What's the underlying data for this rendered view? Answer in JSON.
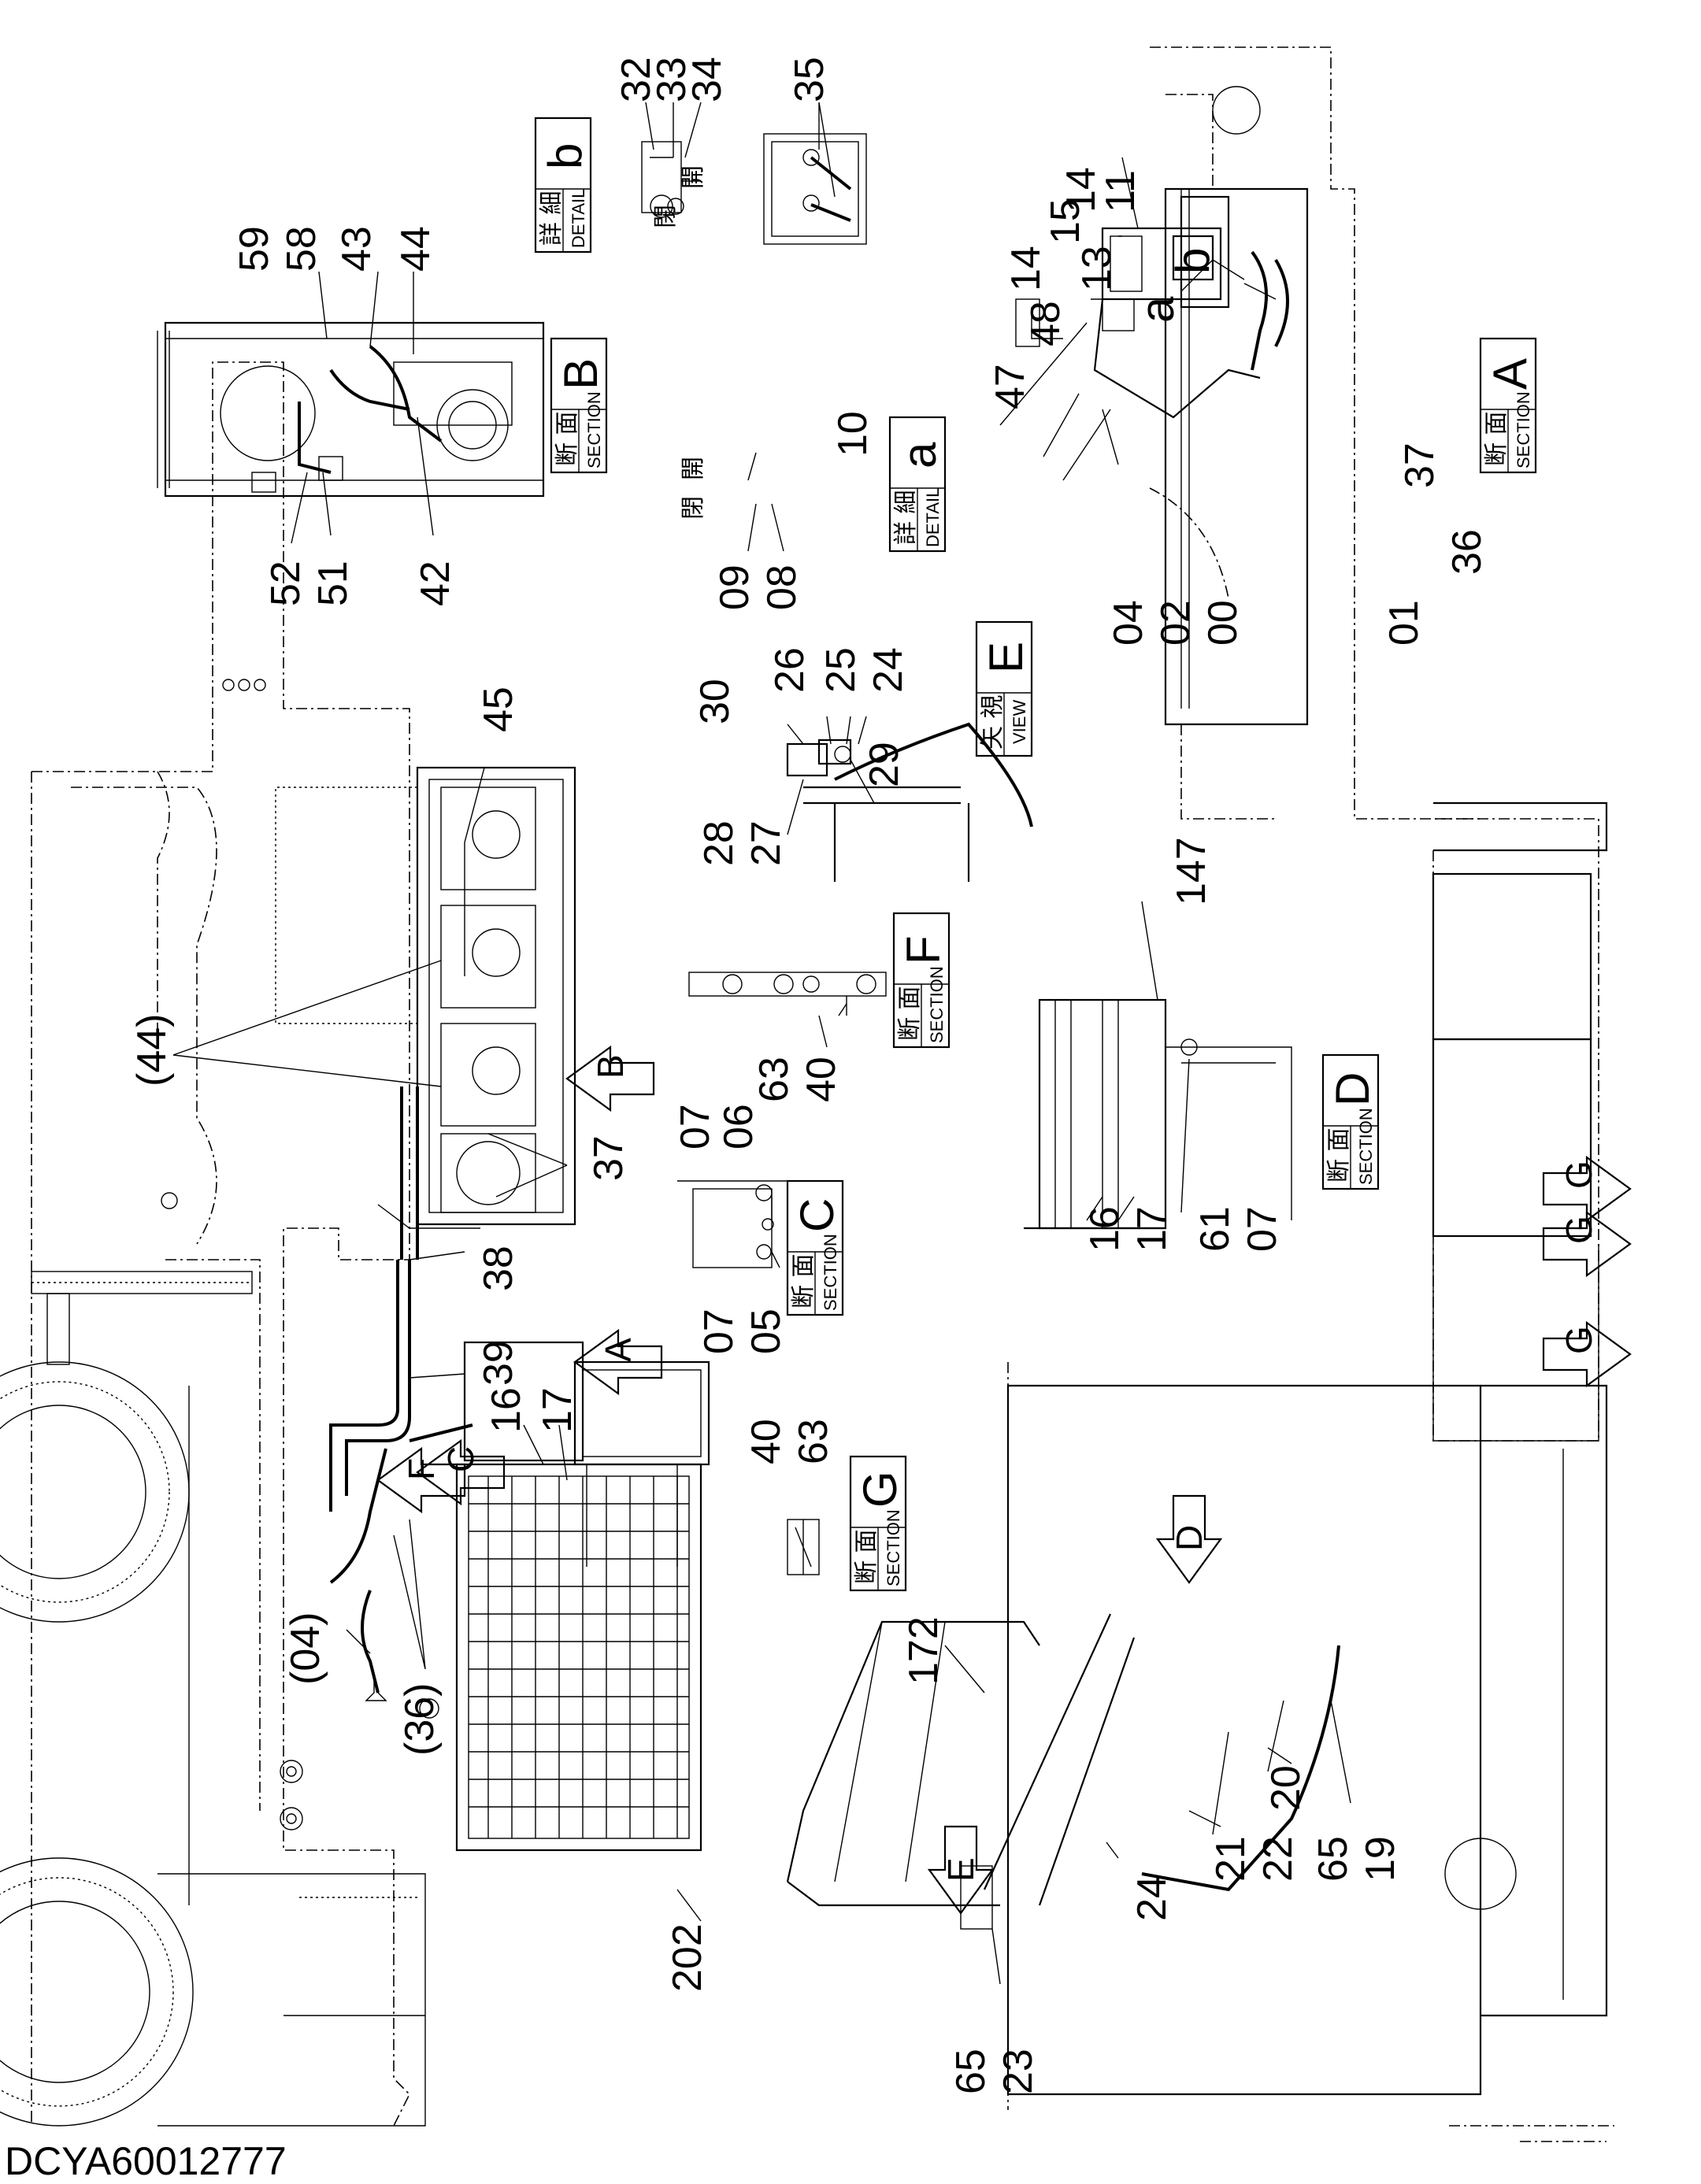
{
  "document_id": "DCYA60012777",
  "view_headers": [
    {
      "id": "section-A",
      "jp": "断 面",
      "en": "SECTION",
      "letter": "A"
    },
    {
      "id": "section-B",
      "jp": "断 面",
      "en": "SECTION",
      "letter": "B"
    },
    {
      "id": "section-C",
      "jp": "断 面",
      "en": "SECTION",
      "letter": "C"
    },
    {
      "id": "section-D",
      "jp": "断 面",
      "en": "SECTION",
      "letter": "D"
    },
    {
      "id": "section-F",
      "jp": "断 面",
      "en": "SECTION",
      "letter": "F"
    },
    {
      "id": "section-G",
      "jp": "断 面",
      "en": "SECTION",
      "letter": "G"
    },
    {
      "id": "view-E",
      "jp": "矢 視",
      "en": "VIEW",
      "letter": "E"
    },
    {
      "id": "detail-a",
      "jp": "詳 細",
      "en": "DETAIL",
      "letter": "a"
    },
    {
      "id": "detail-b",
      "jp": "詳 細",
      "en": "DETAIL",
      "letter": "b"
    }
  ],
  "view_arrows": [
    "A",
    "B",
    "C",
    "D",
    "E",
    "F",
    "G",
    "G",
    "G"
  ],
  "detail_markers": [
    "a",
    "b"
  ],
  "valve_marks": [
    "開",
    "閉",
    "開",
    "閉"
  ],
  "callouts": [
    "35",
    "32",
    "33",
    "34",
    "14",
    "11",
    "14",
    "15",
    "13",
    "47",
    "48",
    "37",
    "36",
    "04",
    "02",
    "00",
    "01",
    "59",
    "58",
    "43",
    "44",
    "42",
    "52",
    "51",
    "10",
    "09",
    "08",
    "26",
    "25",
    "24",
    "30",
    "29",
    "28",
    "27",
    "45",
    "(44)",
    "37",
    "07",
    "06",
    "63",
    "40",
    "05",
    "07",
    "147",
    "16",
    "17",
    "61",
    "07",
    "38",
    "39",
    "16",
    "17",
    "40",
    "63",
    "(04)",
    "(36)",
    "172",
    "20",
    "21",
    "22",
    "65",
    "19",
    "24",
    "202",
    "65",
    "23"
  ],
  "callout_pairs_sep": "–"
}
